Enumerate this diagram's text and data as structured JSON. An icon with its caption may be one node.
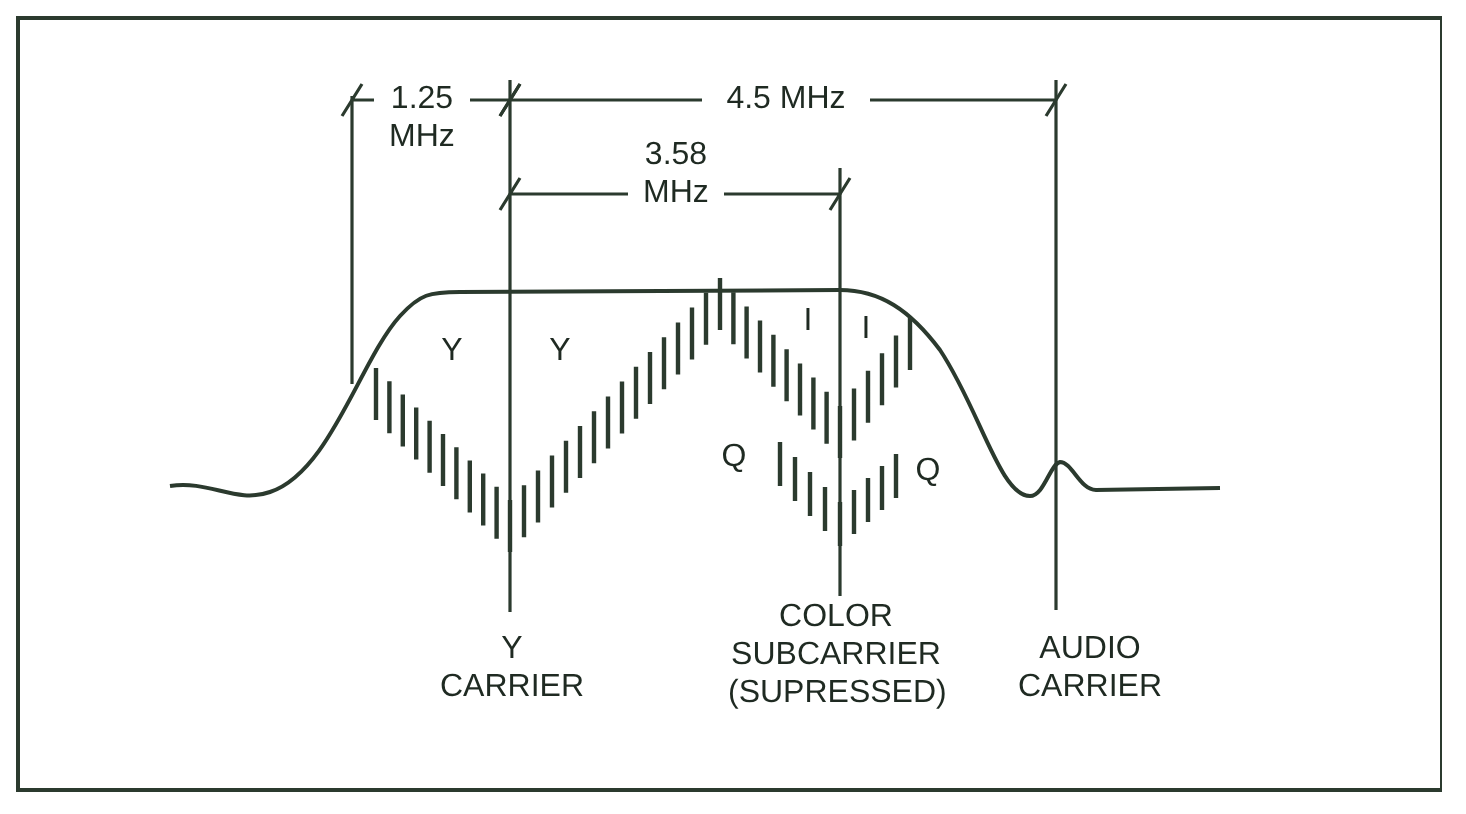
{
  "diagram": {
    "labels": [
      "1.25 MHz",
      "4.5 MHz",
      "3.58 MHz",
      "Y",
      "Y",
      "I",
      "I",
      "Q",
      "Q",
      "Y CARRIER",
      "COLOR SUBCARRIER (SUPRESSED)",
      "AUDIO CARRIER"
    ]
  }
}
